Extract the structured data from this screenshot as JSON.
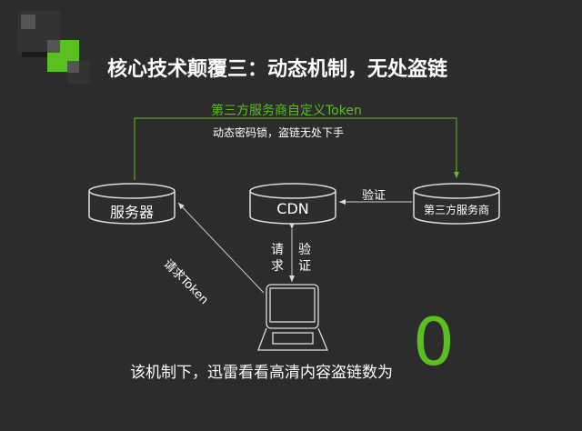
{
  "title": "核心技术颠覆三：动态机制，无处盗链",
  "diagram": {
    "green_label": "第三方服务商自定义Token",
    "sub_label": "动态密码锁，盗链无处下手",
    "nodes": {
      "server": "服务器",
      "cdn": "CDN",
      "third_party": "第三方服务商"
    },
    "edge_verify": "验证",
    "edge_request": "请求",
    "edge_verify2": "验证",
    "edge_token": "请求Token"
  },
  "conclusion": {
    "text": "该机制下，迅雷看看高清内容盗链数为",
    "value": "0"
  },
  "colors": {
    "accent": "#5bbf21",
    "background": "#2c2c2c"
  }
}
